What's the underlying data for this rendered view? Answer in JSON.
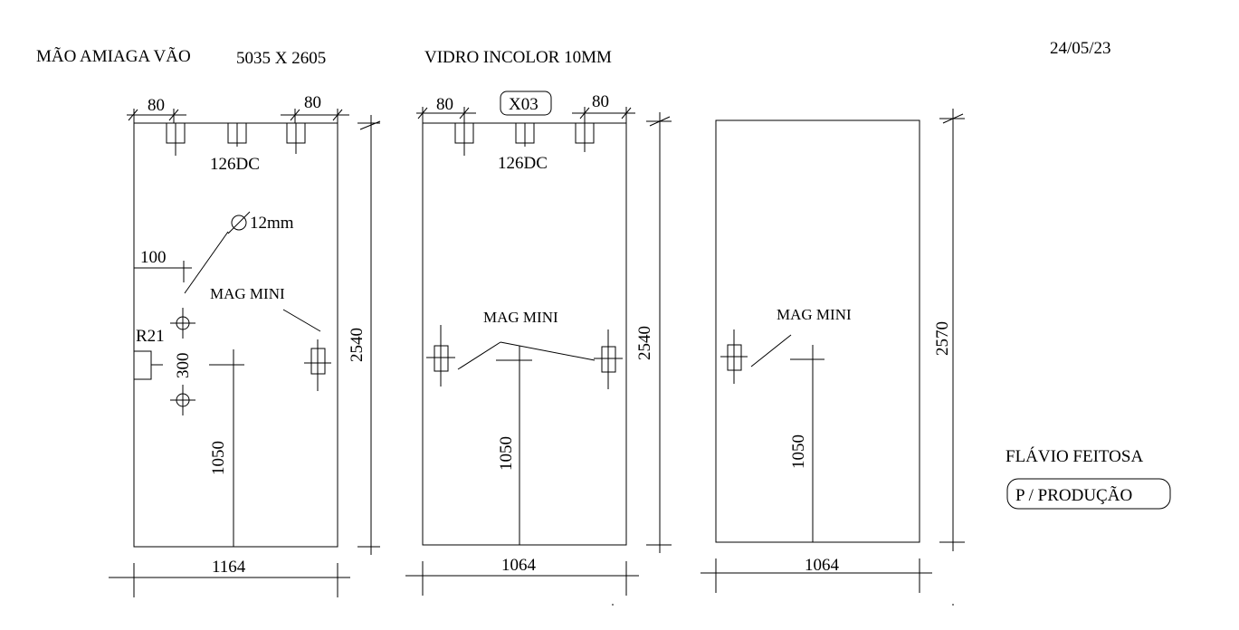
{
  "header": {
    "title": "MÃO AMIAGA  VÃO",
    "span": "5035 X 2605",
    "glass": "VIDRO INCOLOR 10MM",
    "date": "24/05/23"
  },
  "panels": [
    {
      "width_label": "1164",
      "height_label": "2540",
      "top_left_dim": "80",
      "top_right_dim": "80",
      "hinge_label": "126DC",
      "hole_label": "12mm",
      "edge_offset": "100",
      "notch_label": "R21",
      "hole_spacing": "300",
      "handle_label": "MAG MINI",
      "handle_height": "1050"
    },
    {
      "badge": "X03",
      "width_label": "1064",
      "height_label": "2540",
      "top_left_dim": "80",
      "top_right_dim": "80",
      "hinge_label": "126DC",
      "handle_label": "MAG MINI",
      "handle_height": "1050"
    },
    {
      "width_label": "1064",
      "height_label": "2570",
      "handle_label": "MAG MINI",
      "handle_height": "1050"
    }
  ],
  "footer": {
    "name": "FLÁVIO FEITOSA",
    "stamp": "P / PRODUÇÃO"
  }
}
